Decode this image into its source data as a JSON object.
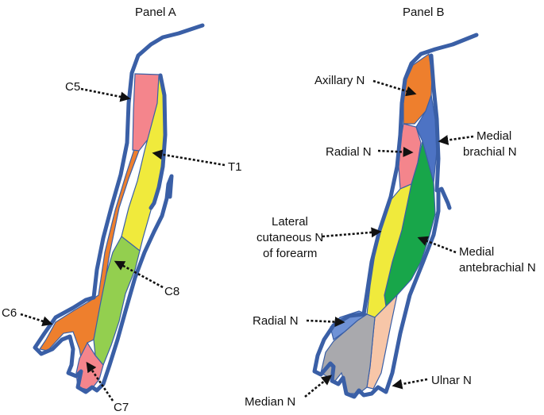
{
  "panels": [
    {
      "title": "Panel A",
      "labels": {
        "c5": "C5",
        "t1": "T1",
        "c8": "C8",
        "c6": "C6",
        "c7": "C7"
      }
    },
    {
      "title": "Panel B",
      "labels": {
        "axillary": "Axillary N",
        "medial_brachial_1": "Medial",
        "medial_brachial_2": "brachial N",
        "radial_upper": "Radial N",
        "lateral_cut_1": "Lateral",
        "lateral_cut_2": "cutaneous N",
        "lateral_cut_3": "of forearm",
        "medial_ante_1": "Medial",
        "medial_ante_2": "antebrachial N",
        "radial_hand": "Radial N",
        "median": "Median N",
        "ulnar": "Ulnar N"
      }
    }
  ],
  "colors": {
    "outline": "#3a5fa6",
    "c5": "#f4858c",
    "c6": "#ee7f2d",
    "c7": "#f4858c",
    "c8": "#93cf4f",
    "t1": "#f0ea3c",
    "axillary": "#ee7f2d",
    "medial_brachial": "#4d73c4",
    "radial_upper": "#f4858c",
    "lateral_cutaneous": "#f0ea3c",
    "medial_antebrachial": "#18a64a",
    "radial_hand": "#6f92d6",
    "median": "#a9a9ad",
    "ulnar": "#f7c6a8"
  }
}
